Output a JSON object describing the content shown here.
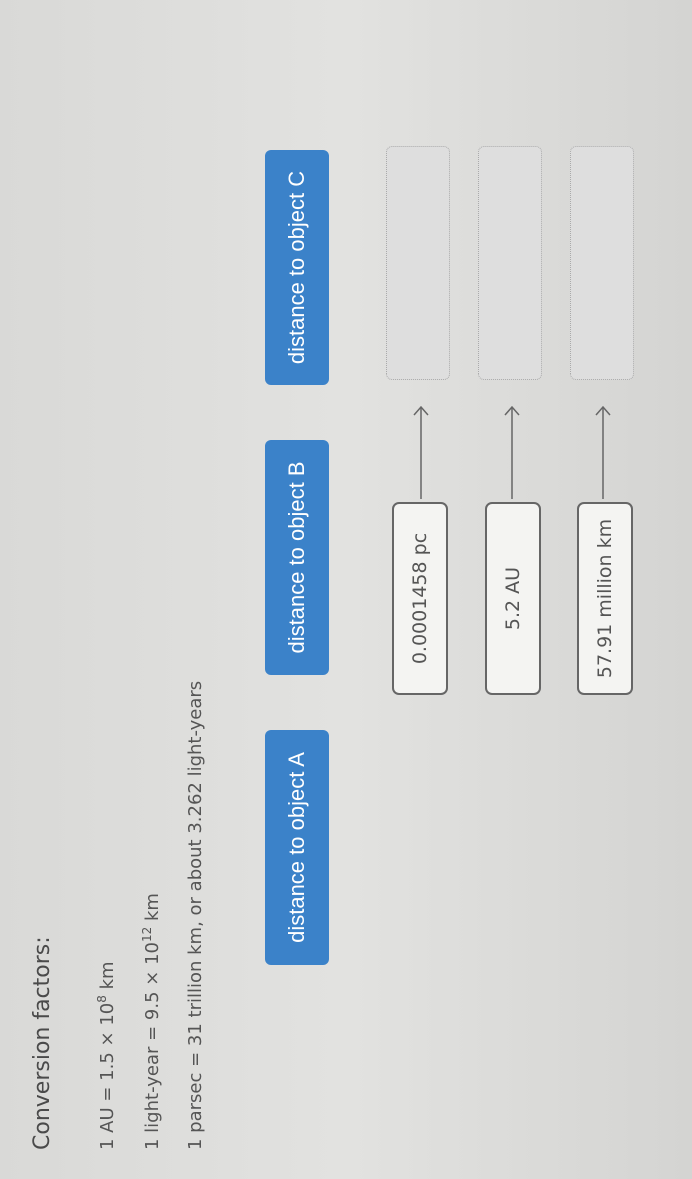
{
  "conversion": {
    "title": "Conversion factors:",
    "au": {
      "prefix": "1 AU = 1.5 × 10",
      "exp": "8",
      "suffix": " km"
    },
    "ly": {
      "prefix": "1 light-year = 9.5 × 10",
      "exp": "12",
      "suffix": " km"
    },
    "parsec": "1 parsec = 31 trillion km, or about 3.262 light-years"
  },
  "labels": [
    "distance to object A",
    "distance to object B",
    "distance to object C"
  ],
  "rows": [
    {
      "value": "0.0001458 pc"
    },
    {
      "value": "5.2 AU"
    },
    {
      "value": "57.91 million km"
    }
  ],
  "colors": {
    "label_bg": "#3b82c9"
  }
}
